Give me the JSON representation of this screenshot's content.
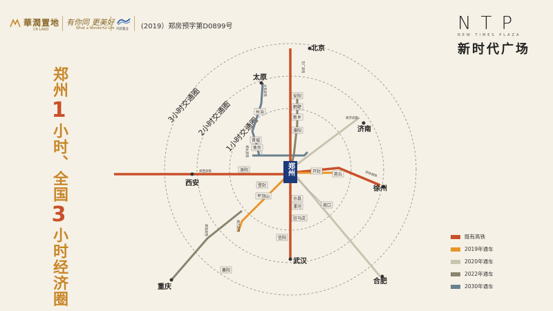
{
  "header": {
    "developer_name": "華潤置地",
    "developer_en": "CR LAND",
    "slogan": "有你同 更美好",
    "slogan_en": "What a Wonderful Life",
    "wave_text": "鸿新置业",
    "license": "(2019）郑房预字第D0899号"
  },
  "brand": {
    "letters": "NTP",
    "en": "NEW TIMES PLAZA",
    "cn": "新时代广场"
  },
  "title": {
    "part1": "郑州",
    "num1": "1",
    "part2": "小时、全国",
    "num2": "3",
    "part3": "小时经济圈"
  },
  "rings": {
    "ring1": "1小时交通圈",
    "ring2": "2小时交通圈",
    "ring3": "3小时交通圈"
  },
  "center": "郑州",
  "cities": {
    "beijing": "北京",
    "taiyuan": "太原",
    "jinan": "济南",
    "xuzhou": "徐州",
    "xian": "西安",
    "wuhan": "武汉",
    "hefei": "合肥",
    "chongqing": "重庆"
  },
  "stations": {
    "anyang": "安阳",
    "hebi": "鹤壁",
    "xinxiang_n": "新乡",
    "puyang": "濮阳",
    "changzhi": "长治",
    "jincheng": "晋城",
    "jiaozuo": "焦作",
    "luoyang": "洛阳",
    "dengfeng": "登封",
    "kaifeng": "开封",
    "shangqiu": "商丘",
    "pingdingshan": "平顶山",
    "xuchang": "许昌",
    "luohe": "漯河",
    "zhumadian": "驻马店",
    "zhoukou": "周口",
    "xinyang": "信阳",
    "xiangyang": "襄阳"
  },
  "line_labels": {
    "jinghu": "京广高铁",
    "taijiao": "太焦高铁",
    "zhengji": "郑济高铁",
    "zhengxu": "郑徐高铁",
    "zhengxi": "郑西高铁",
    "zhengwan": "郑万高铁",
    "zhengtai": "郑太高铁",
    "zhengyu": "郑渝高铁"
  },
  "legend": [
    {
      "label": "既有高铁",
      "color": "#c8502a"
    },
    {
      "label": "2019年通车",
      "color": "#e8952a"
    },
    {
      "label": "2020年通车",
      "color": "#c9c4b0"
    },
    {
      "label": "2022年通车",
      "color": "#8a8470"
    },
    {
      "label": "2030年通车",
      "color": "#6a8090"
    }
  ]
}
